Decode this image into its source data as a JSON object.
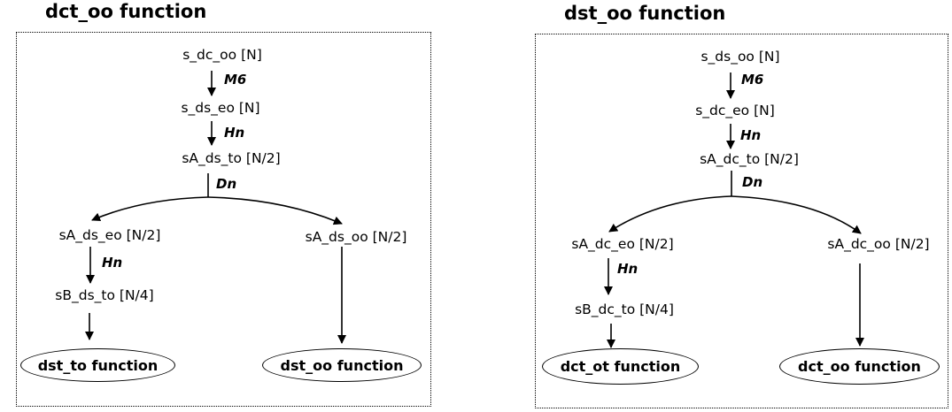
{
  "left": {
    "title": "dct_oo function",
    "root": "s_dc_oo [N]",
    "edge1": "M6",
    "n2": "s_ds_eo [N]",
    "edge2": "Hn",
    "n3": "sA_ds_to [N/2]",
    "edge3": "Dn",
    "branch_left": "sA_ds_eo [N/2]",
    "branch_right": "sA_ds_oo [N/2]",
    "edge4": "Hn",
    "n5": "sB_ds_to [N/4]",
    "term_left": "dst_to function",
    "term_right": "dst_oo function"
  },
  "right": {
    "title": "dst_oo function",
    "root": "s_ds_oo [N]",
    "edge1": "M6",
    "n2": "s_dc_eo [N]",
    "edge2": "Hn",
    "n3": "sA_dc_to [N/2]",
    "edge3": "Dn",
    "branch_left": "sA_dc_eo [N/2]",
    "branch_right": "sA_dc_oo [N/2]",
    "edge4": "Hn",
    "n5": "sB_dc_to [N/4]",
    "term_left": "dct_ot function",
    "term_right": "dct_oo function"
  }
}
